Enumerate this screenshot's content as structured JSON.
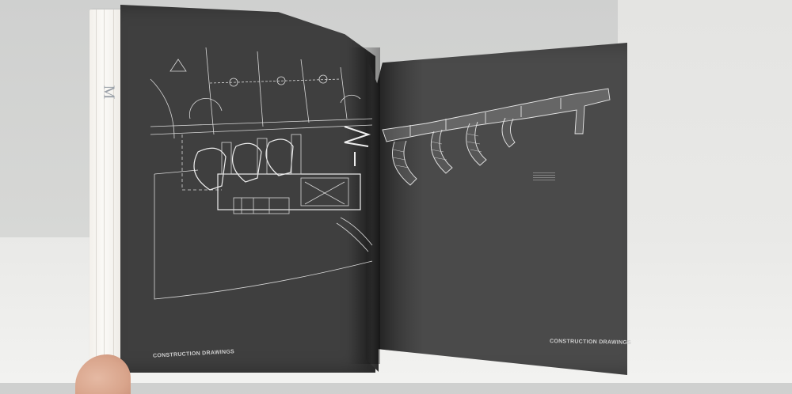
{
  "scene": {
    "description": "Open architecture book showing construction drawings on dark grey pages",
    "colors": {
      "page_dark": "#3f3f3f",
      "page_right": "#4a4a4a",
      "line_white": "#e6e6e6",
      "background_wall": "#d3d4d2",
      "table": "#efefed"
    }
  },
  "left_page": {
    "running_head": "CONSTRUCTION DRAWINGS",
    "content": "site plan drawing with curved auditorium shells"
  },
  "right_page": {
    "running_head": "CONSTRUCTION DRAWINGS",
    "content": "section drawing of curved roof shells"
  }
}
